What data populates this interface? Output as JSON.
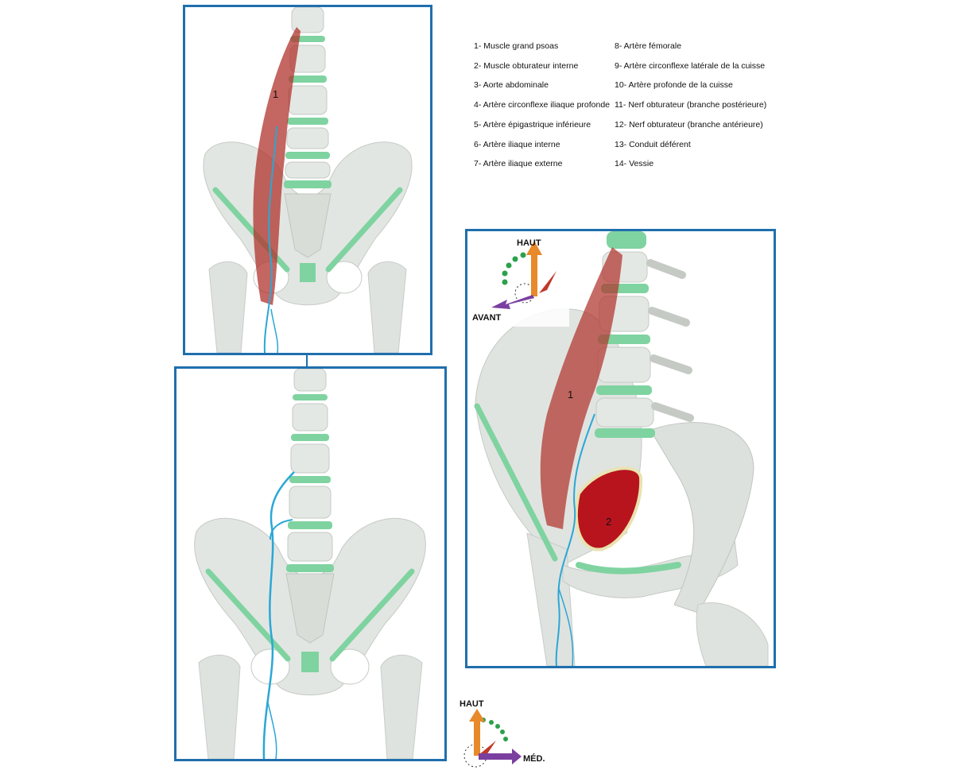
{
  "legend": {
    "items": [
      "1- Muscle grand psoas",
      "2- Muscle obturateur interne",
      "3-  Aorte abdominale",
      "4- Artère circonflexe iliaque profonde",
      "5- Artère épigastrique inférieure",
      "6- Artère iliaque interne",
      "7- Artère iliaque externe",
      "8- Artère fémorale",
      "9- Artère circonflexe latérale de la cuisse",
      "10- Artère profonde de la cuisse",
      "11- Nerf obturateur (branche postérieure)",
      "12- Nerf obturateur (branche antérieure)",
      "13- Conduit déférent",
      "14- Vessie"
    ]
  },
  "panels": {
    "top": {
      "labels": [
        "1"
      ]
    },
    "right": {
      "labels": [
        "1",
        "2"
      ]
    }
  },
  "orientation": {
    "lateral": {
      "up": "HAUT",
      "front": "AVANT"
    },
    "frontal": {
      "up": "HAUT",
      "medial": "MÉD."
    }
  },
  "colors": {
    "frame": "#1f6fad",
    "bone": "#e2e6e2",
    "cartilage": "#7fd3a0",
    "nerve": "#2aa7d6",
    "muscle": "#b0332c",
    "arrow_up": "#e8892a",
    "arrow_front": "#7b3fa0",
    "arrow_lateral": "#c0392b",
    "dots": "#2aa14a"
  }
}
